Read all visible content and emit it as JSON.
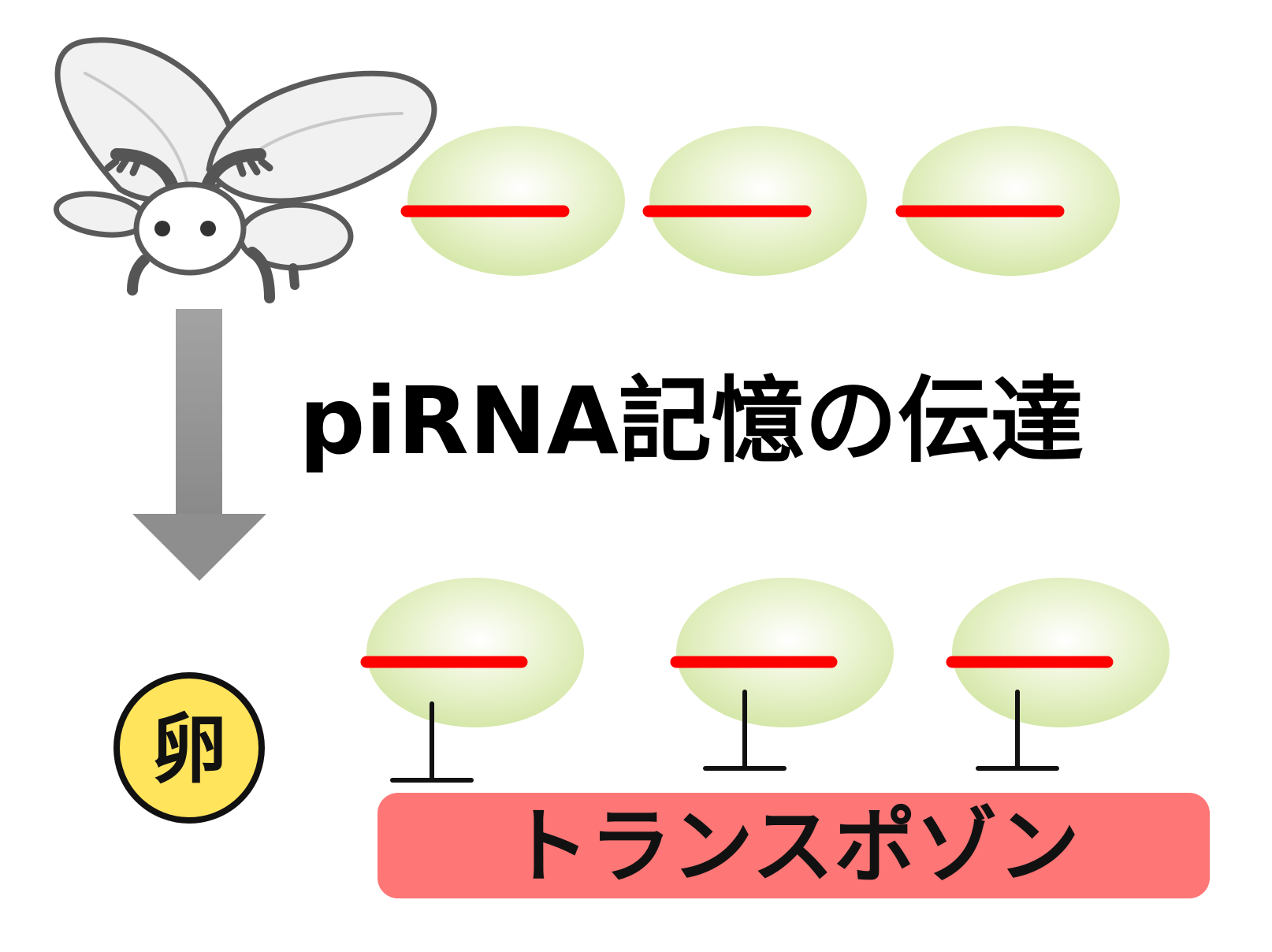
{
  "caption": "piRNA記憶の伝達",
  "egg_label": "卵",
  "transposon_label": "トランスポゾン",
  "colors": {
    "pirna": "#ff0000",
    "granule": "#d4e6a6",
    "egg_fill": "#ffe45c",
    "transposon_box": "#ff7676",
    "arrow": "#959595",
    "fly_outline": "#5a5a5a"
  },
  "icons": {
    "fly": "fly-icon",
    "arrow": "down-arrow-icon",
    "inhibition": "inhibition-bar-icon"
  }
}
